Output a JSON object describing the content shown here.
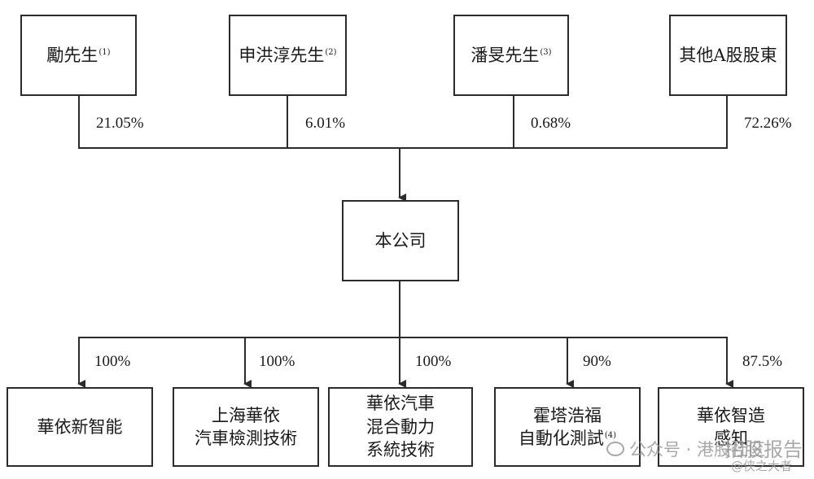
{
  "shareholders": [
    {
      "name": "勵先生",
      "note": "(1)",
      "percent": "21.05%"
    },
    {
      "name": "申洪淳先生",
      "note": "(2)",
      "percent": "6.01%"
    },
    {
      "name": "潘旻先生",
      "note": "(3)",
      "percent": "0.68%"
    },
    {
      "name": "其他A股股東",
      "note": "",
      "percent": "72.26%"
    }
  ],
  "company": {
    "name": "本公司"
  },
  "subsidiaries": [
    {
      "line1": "華依新智能",
      "line2": "",
      "line3": "",
      "note": "",
      "percent": "100%"
    },
    {
      "line1": "上海華依",
      "line2": "汽車檢測技術",
      "line3": "",
      "note": "",
      "percent": "100%"
    },
    {
      "line1": "華依汽車",
      "line2": "混合動力",
      "line3": "系統技術",
      "note": "",
      "percent": "100%"
    },
    {
      "line1": "霍塔浩福",
      "line2": "自動化測試",
      "line3": "",
      "note": "(4)",
      "percent": "90%"
    },
    {
      "line1": "華依智造",
      "line2": "感知",
      "line3": "",
      "note": "",
      "percent": "87.5%"
    }
  ],
  "watermark": {
    "left_text": "公众号 · 港股社区",
    "right_text": "招股报告",
    "handle": "@侠之大者"
  }
}
